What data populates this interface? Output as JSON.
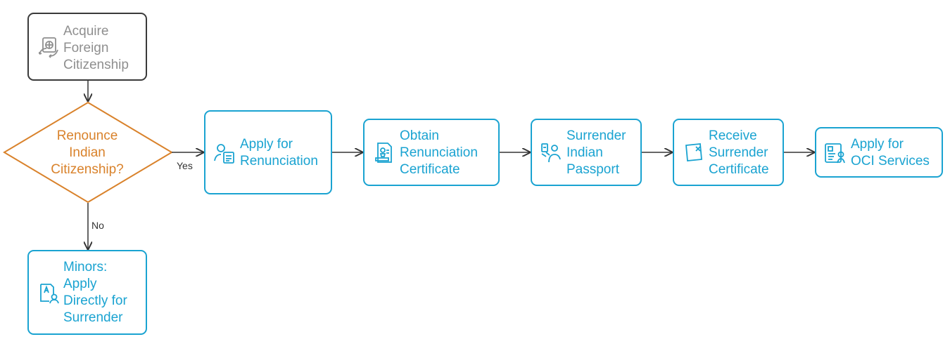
{
  "diagram": {
    "start": {
      "label": "Acquire\nForeign\nCitizenship",
      "icon": "passport-exchange-icon"
    },
    "decision": {
      "label": "Renounce\nIndian\nCitizenship?"
    },
    "edge_yes": "Yes",
    "edge_no": "No",
    "minors": {
      "label": "Minors:\nApply\nDirectly for\nSurrender",
      "icon": "document-person-icon"
    },
    "steps": [
      {
        "label": "Apply for\nRenunciation",
        "icon": "applicant-form-icon"
      },
      {
        "label": "Obtain\nRenunciation\nCertificate",
        "icon": "certificate-stamp-icon"
      },
      {
        "label": "Surrender\nIndian\nPassport",
        "icon": "passport-handover-icon"
      },
      {
        "label": "Receive\nSurrender\nCertificate",
        "icon": "cancelled-document-icon"
      },
      {
        "label": "Apply for\nOCI Services",
        "icon": "id-card-person-icon"
      }
    ],
    "colors": {
      "accent": "#1aa3d1",
      "decision": "#d9822b",
      "start_border": "#3a3a3a",
      "start_text": "#8f8f8f",
      "connector": "#333333"
    }
  }
}
